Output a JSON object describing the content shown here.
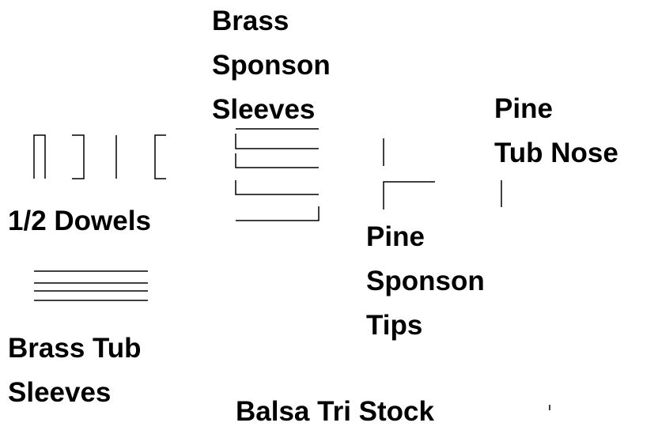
{
  "diagram": {
    "labels": {
      "brass_sponson_sleeves": [
        "Brass",
        "Sponson",
        "Sleeves"
      ],
      "pine_tub_nose": [
        "Pine",
        "Tub Nose"
      ],
      "half_dowels": [
        "1/2 Dowels"
      ],
      "pine_sponson_tips": [
        "Pine",
        "Sponson",
        "Tips"
      ],
      "brass_tub_sleeves": [
        "Brass Tub",
        "Sleeves"
      ],
      "balsa_tri_stock": [
        "Balsa Tri Stock"
      ]
    },
    "colors": {
      "background": "#ffffff",
      "ink": "#000000"
    }
  }
}
